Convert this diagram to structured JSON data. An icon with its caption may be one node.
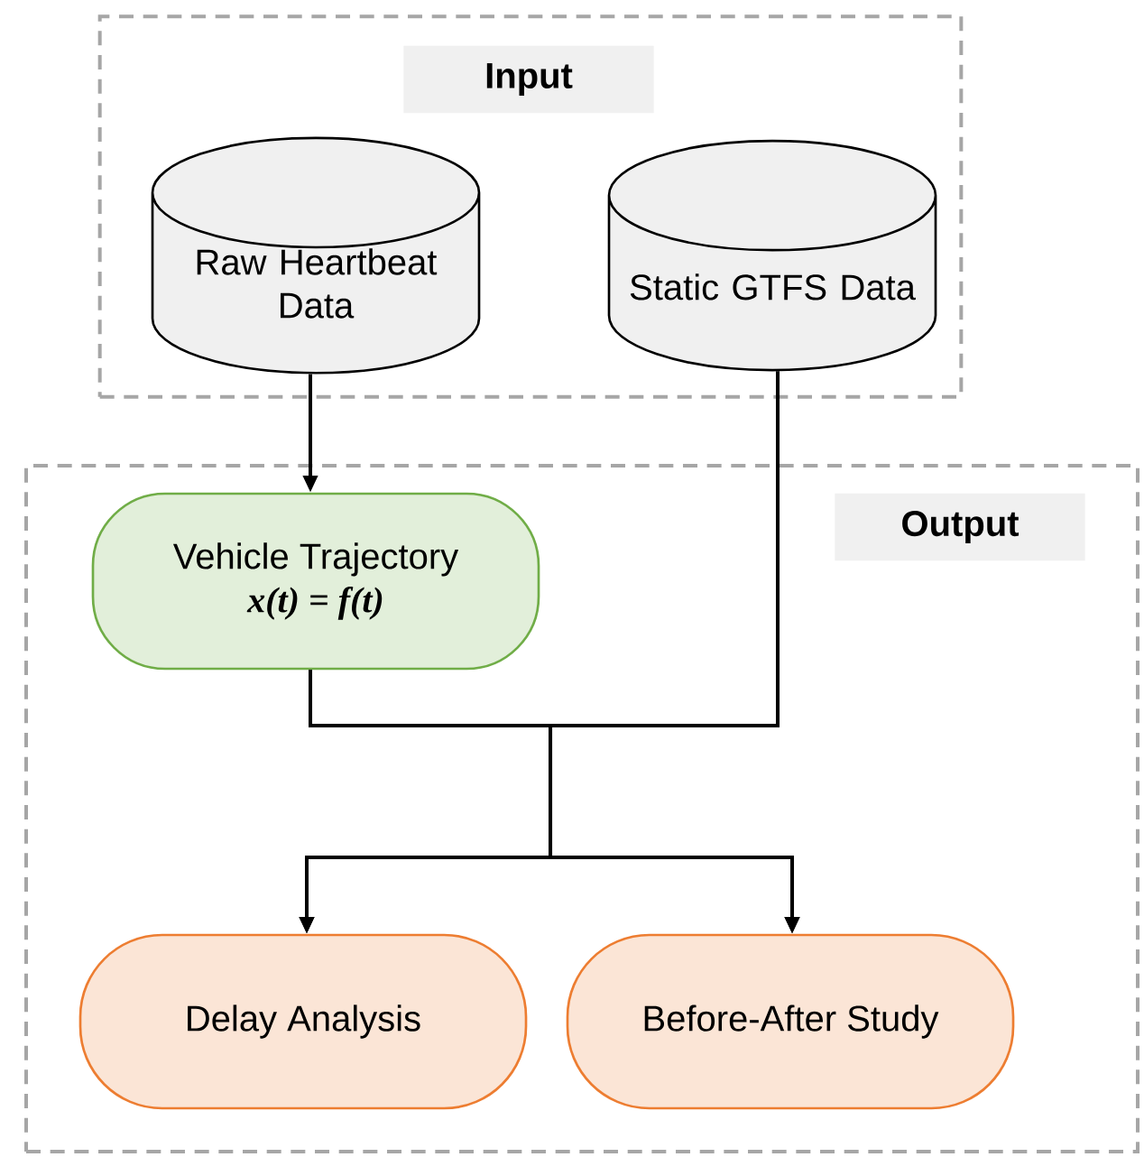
{
  "diagram": {
    "nodes": [
      {
        "text": [
          "Input"
        ]
      },
      {
        "text": [
          "Raw Heartbeat Data"
        ],
        "in": 0
      },
      {
        "text": [
          "Static GTFS Data"
        ],
        "in": 0
      },
      {
        "text": [
          "Output"
        ]
      },
      {
        "text": [
          "Vehicle Trajectory",
          "x(t) = f(t)"
        ],
        "in": 3
      },
      {
        "text": [
          "Delay Analysis"
        ],
        "in": 3
      },
      {
        "text": [
          "Before-After Study"
        ],
        "in": 3
      }
    ],
    "edges": [
      {
        "from": 1,
        "to": 4,
        "arrow": "to"
      },
      {
        "from": 4,
        "to": 5,
        "arrow": "to"
      },
      {
        "from": 4,
        "to": 6,
        "arrow": "to"
      },
      {
        "from": 2,
        "to": 5,
        "arrow": "to"
      },
      {
        "from": 2,
        "to": 6,
        "arrow": "to"
      }
    ]
  }
}
